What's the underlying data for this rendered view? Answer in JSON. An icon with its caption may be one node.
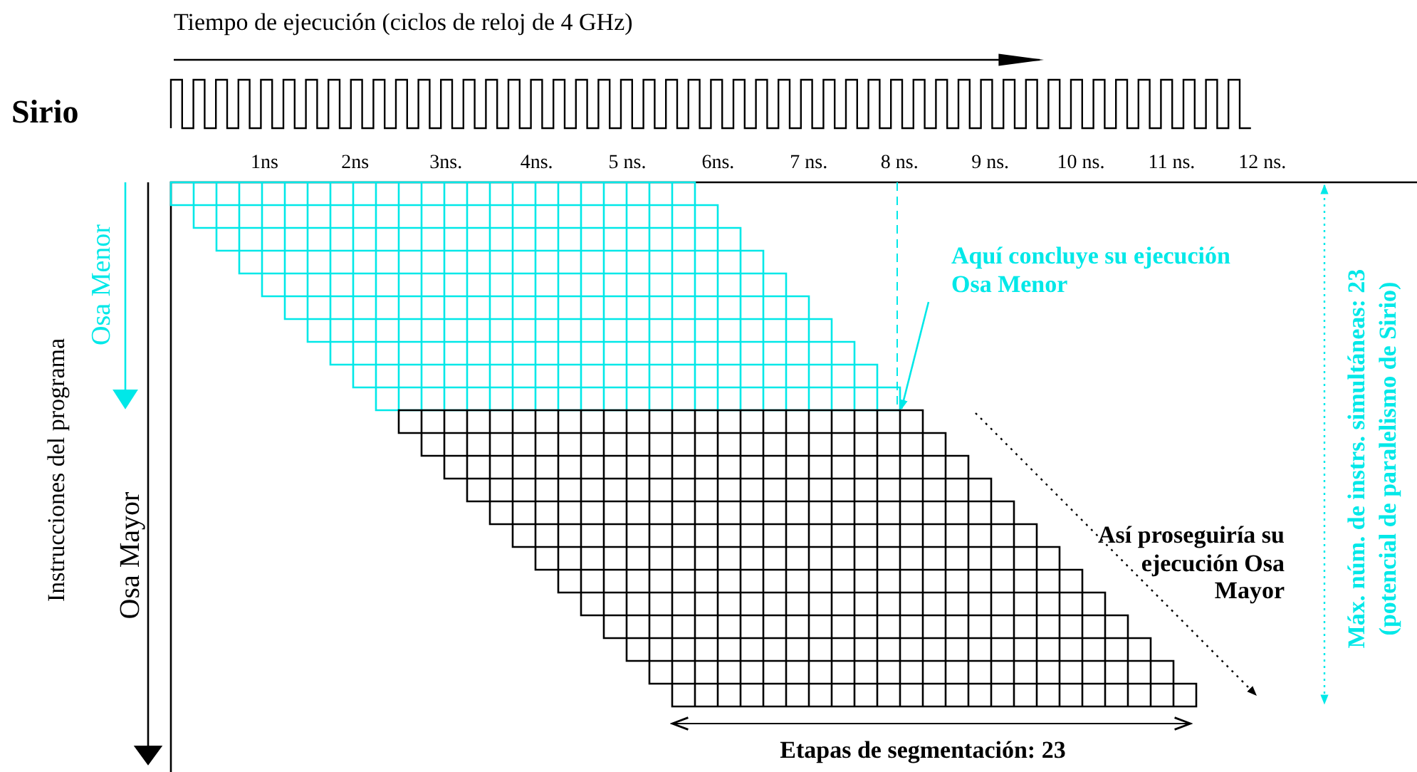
{
  "diagram": {
    "nodes": [
      {
        "text": [
          "Aquí concluye su ejecución Osa Menor"
        ]
      },
      {
        "text": [],
        "shape": "box"
      },
      {
        "text": [],
        "shape": "box"
      }
    ],
    "edges": [
      {
        "from": 0,
        "to": 1,
        "arrow": "to",
        "color": "#00e8e8"
      }
    ],
    "labels": [
      "Tiempo de ejecución (ciclos de reloj de 4 GHz)",
      "Sirio",
      "1ns",
      "2ns",
      "3ns.",
      "4ns.",
      "5 ns.",
      "6ns.",
      "7 ns.",
      "8 ns.",
      "9 ns.",
      "10 ns.",
      "11 ns.",
      "12 ns.",
      "Instrucciones del programa",
      "Osa Menor",
      "Osa Mayor",
      "Así proseguiría su ejecución Osa Mayor",
      "Máx. núm. de instrs. simultáneas: 23",
      "(potencial de paralelismo de Sirio)",
      "Etapas de segmentación: 23"
    ]
  }
}
